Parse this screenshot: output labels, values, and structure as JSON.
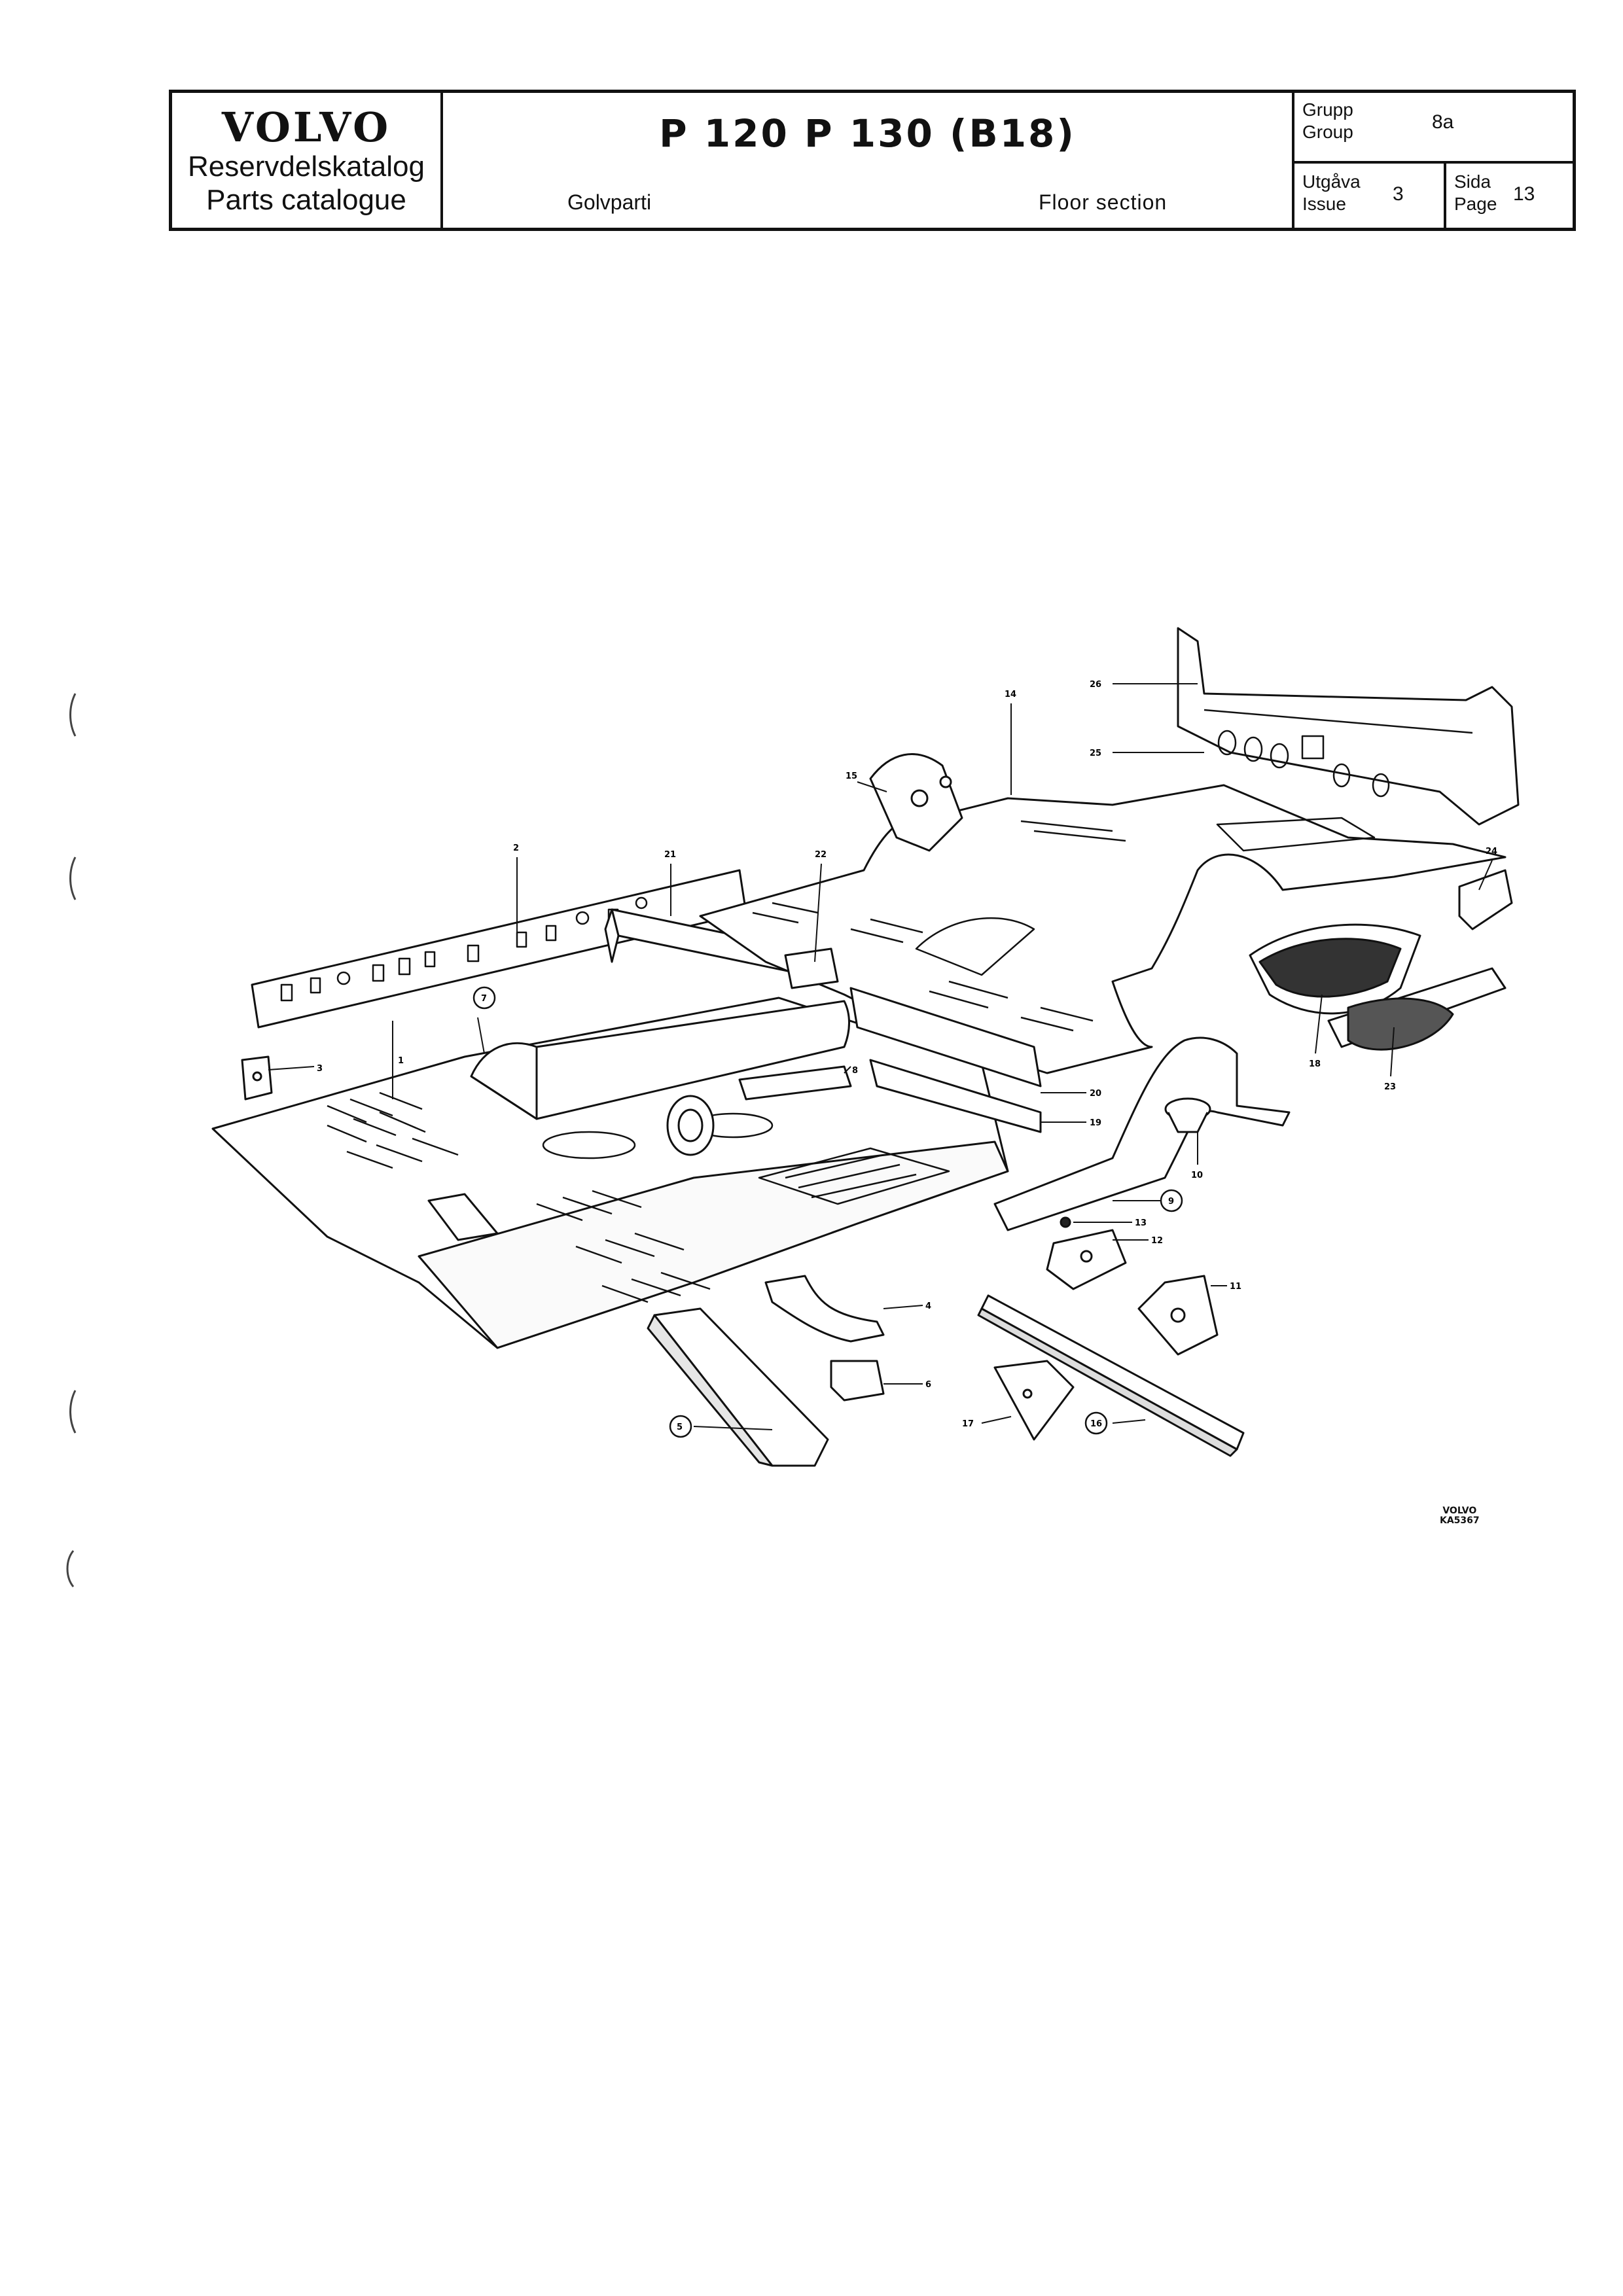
{
  "header": {
    "brand": "VOLVO",
    "catalog_sv": "Reservdelskatalog",
    "catalog_en": "Parts catalogue",
    "model_title": "P 120   P 130 (B18)",
    "section_sv": "Golvparti",
    "section_en": "Floor section",
    "group_label_sv": "Grupp",
    "group_label_en": "Group",
    "group_value": "8a",
    "issue_label_sv": "Utgåva",
    "issue_label_en": "Issue",
    "issue_value": "3",
    "page_label_sv": "Sida",
    "page_label_en": "Page",
    "page_value": "13"
  },
  "callouts": {
    "c1": "1",
    "c2": "2",
    "c3": "3",
    "c4": "4",
    "c5": "5",
    "c6": "6",
    "c7": "7",
    "c8": "8",
    "c9": "9",
    "c10": "10",
    "c11": "11",
    "c12": "12",
    "c13": "13",
    "c14": "14",
    "c15": "15",
    "c16": "16",
    "c17": "17",
    "c18": "18",
    "c19": "19",
    "c20": "20",
    "c21": "21",
    "c22": "22",
    "c23": "23",
    "c24": "24",
    "c25": "25",
    "c26": "26"
  },
  "reference": {
    "brand": "VOLVO",
    "code": "KA5367"
  }
}
